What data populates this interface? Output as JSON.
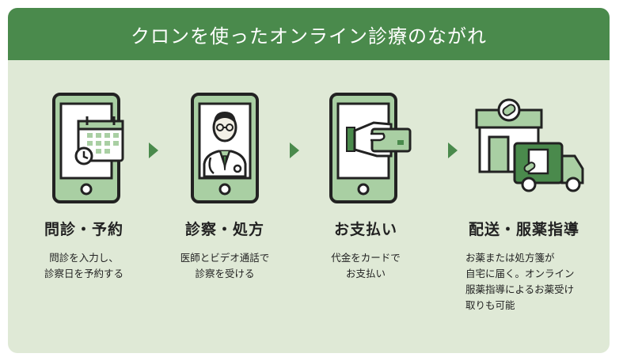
{
  "title": "クロンを使ったオンライン診療のながれ",
  "colors": {
    "accent": "#4a8a4c",
    "background": "#dfe9d6",
    "light_green": "#a9cfa3"
  },
  "steps": [
    {
      "icon": "smartphone-calendar-icon",
      "title": "問診・予約",
      "desc": [
        "問診を入力し、",
        "診察日を予約する"
      ]
    },
    {
      "icon": "smartphone-doctor-icon",
      "title": "診察・処方",
      "desc": [
        "医師とビデオ通話で",
        "診察を受ける"
      ]
    },
    {
      "icon": "smartphone-card-payment-icon",
      "title": "お支払い",
      "desc": [
        "代金をカードで",
        "お支払い"
      ]
    },
    {
      "icon": "pharmacy-delivery-truck-icon",
      "title": "配送・服薬指導",
      "desc": [
        "お薬または処方箋が",
        "自宅に届く。オンライン",
        "服薬指導によるお薬受け",
        "取りも可能"
      ]
    }
  ]
}
